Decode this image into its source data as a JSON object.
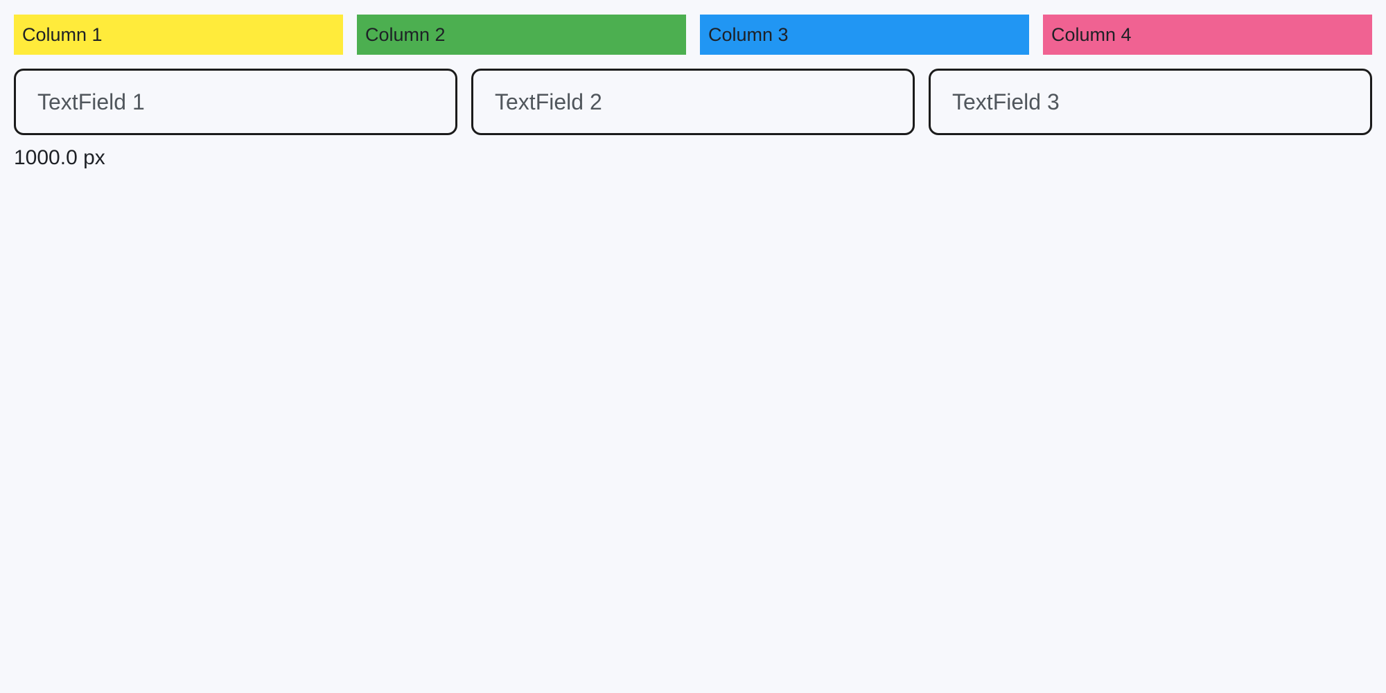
{
  "page": {
    "background_color": "#F7F8FC",
    "text_color": "#1E2126",
    "field_border_color": "#1B1B1B",
    "field_placeholder_color": "#50565C"
  },
  "columns": [
    {
      "label": "Column 1",
      "color": "#FFEB3B"
    },
    {
      "label": "Column 2",
      "color": "#4CAF50"
    },
    {
      "label": "Column 3",
      "color": "#2196F3"
    },
    {
      "label": "Column 4",
      "color": "#F06292"
    }
  ],
  "text_fields": [
    {
      "placeholder": "TextField 1",
      "value": ""
    },
    {
      "placeholder": "TextField 2",
      "value": ""
    },
    {
      "placeholder": "TextField 3",
      "value": ""
    }
  ],
  "footer": {
    "size_label": "1000.0 px"
  }
}
